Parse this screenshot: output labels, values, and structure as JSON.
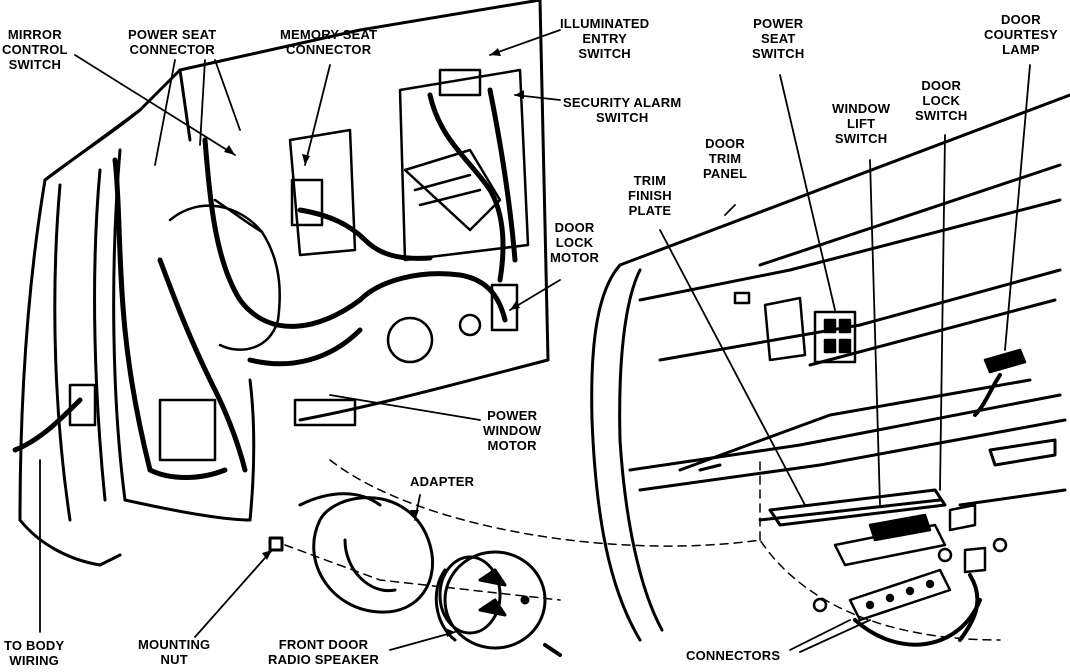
{
  "labels": {
    "mirror_control_switch": [
      "MIRROR",
      "CONTROL",
      "SWITCH"
    ],
    "power_seat_connector": [
      "POWER SEAT",
      "CONNECTOR"
    ],
    "memory_seat_connector": [
      "MEMORY SEAT",
      "CONNECTOR"
    ],
    "illuminated_entry_switch": [
      "ILLUMINATED",
      "ENTRY",
      "SWITCH"
    ],
    "security_alarm_switch": [
      "SECURITY ALARM",
      "SWITCH"
    ],
    "power_seat_switch": [
      "POWER",
      "SEAT",
      "SWITCH"
    ],
    "door_courtesy_lamp": [
      "DOOR",
      "COURTESY",
      "LAMP"
    ],
    "window_lift_switch": [
      "WINDOW",
      "LIFT",
      "SWITCH"
    ],
    "door_lock_switch": [
      "DOOR",
      "LOCK",
      "SWITCH"
    ],
    "door_trim_panel": [
      "DOOR",
      "TRIM",
      "PANEL"
    ],
    "trim_finish_plate": [
      "TRIM",
      "FINISH",
      "PLATE"
    ],
    "door_lock_motor": [
      "DOOR",
      "LOCK",
      "MOTOR"
    ],
    "power_window_motor": [
      "POWER",
      "WINDOW",
      "MOTOR"
    ],
    "adapter": [
      "ADAPTER"
    ],
    "to_body_wiring": [
      "TO BODY",
      "WIRING"
    ],
    "mounting_nut": [
      "MOUNTING",
      "NUT"
    ],
    "front_door_radio_speaker": [
      "FRONT DOOR",
      "RADIO SPEAKER"
    ],
    "connectors": [
      "CONNECTORS"
    ]
  }
}
